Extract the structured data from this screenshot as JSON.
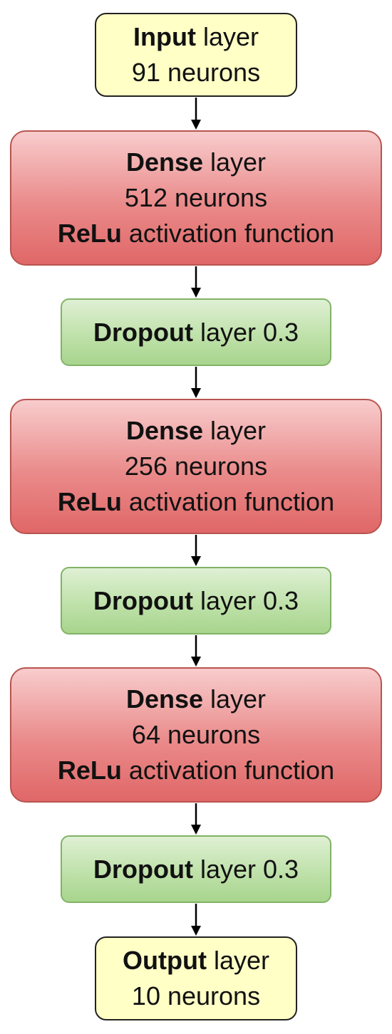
{
  "colors": {
    "io_fill": "#ffffc6",
    "dense_fill_top": "#f8cccc",
    "dense_fill_bottom": "#e06767",
    "dense_border": "#b85450",
    "dropout_fill_top": "#dff0d4",
    "dropout_fill_bottom": "#a8d58e",
    "dropout_border": "#82b366",
    "arrow": "#000000"
  },
  "nodes": {
    "input": {
      "bold": "Input",
      "rest": " layer",
      "line2": "91 neurons"
    },
    "dense1": {
      "bold": "Dense",
      "rest": " layer",
      "line2": "512 neurons",
      "line3_bold": "ReLu",
      "line3_rest": " activation function"
    },
    "dropout1": {
      "bold": "Dropout",
      "rest": " layer 0.3"
    },
    "dense2": {
      "bold": "Dense",
      "rest": " layer",
      "line2": "256 neurons",
      "line3_bold": "ReLu",
      "line3_rest": " activation function"
    },
    "dropout2": {
      "bold": "Dropout",
      "rest": " layer 0.3"
    },
    "dense3": {
      "bold": "Dense",
      "rest": " layer",
      "line2": "64 neurons",
      "line3_bold": "ReLu",
      "line3_rest": " activation function"
    },
    "dropout3": {
      "bold": "Dropout",
      "rest": " layer 0.3"
    },
    "output": {
      "bold": "Output",
      "rest": " layer",
      "line2": "10 neurons"
    }
  }
}
